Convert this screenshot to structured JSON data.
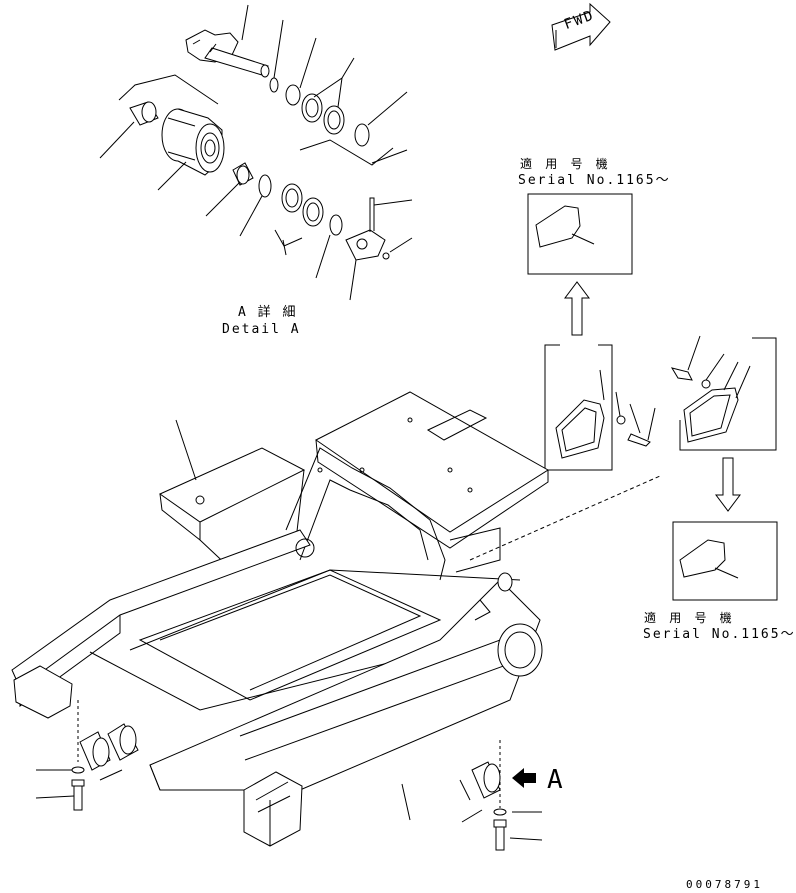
{
  "detail": {
    "title_jp": "A 詳 細",
    "title_en": "Detail A"
  },
  "fwd_label": "FWD",
  "serial_top": {
    "jp": "適 用 号 機",
    "en": "Serial No.1165～"
  },
  "serial_right": {
    "jp": "適 用 号 機",
    "en": "Serial No.1165～"
  },
  "arrow_label": "A",
  "doc_number": "00078791"
}
